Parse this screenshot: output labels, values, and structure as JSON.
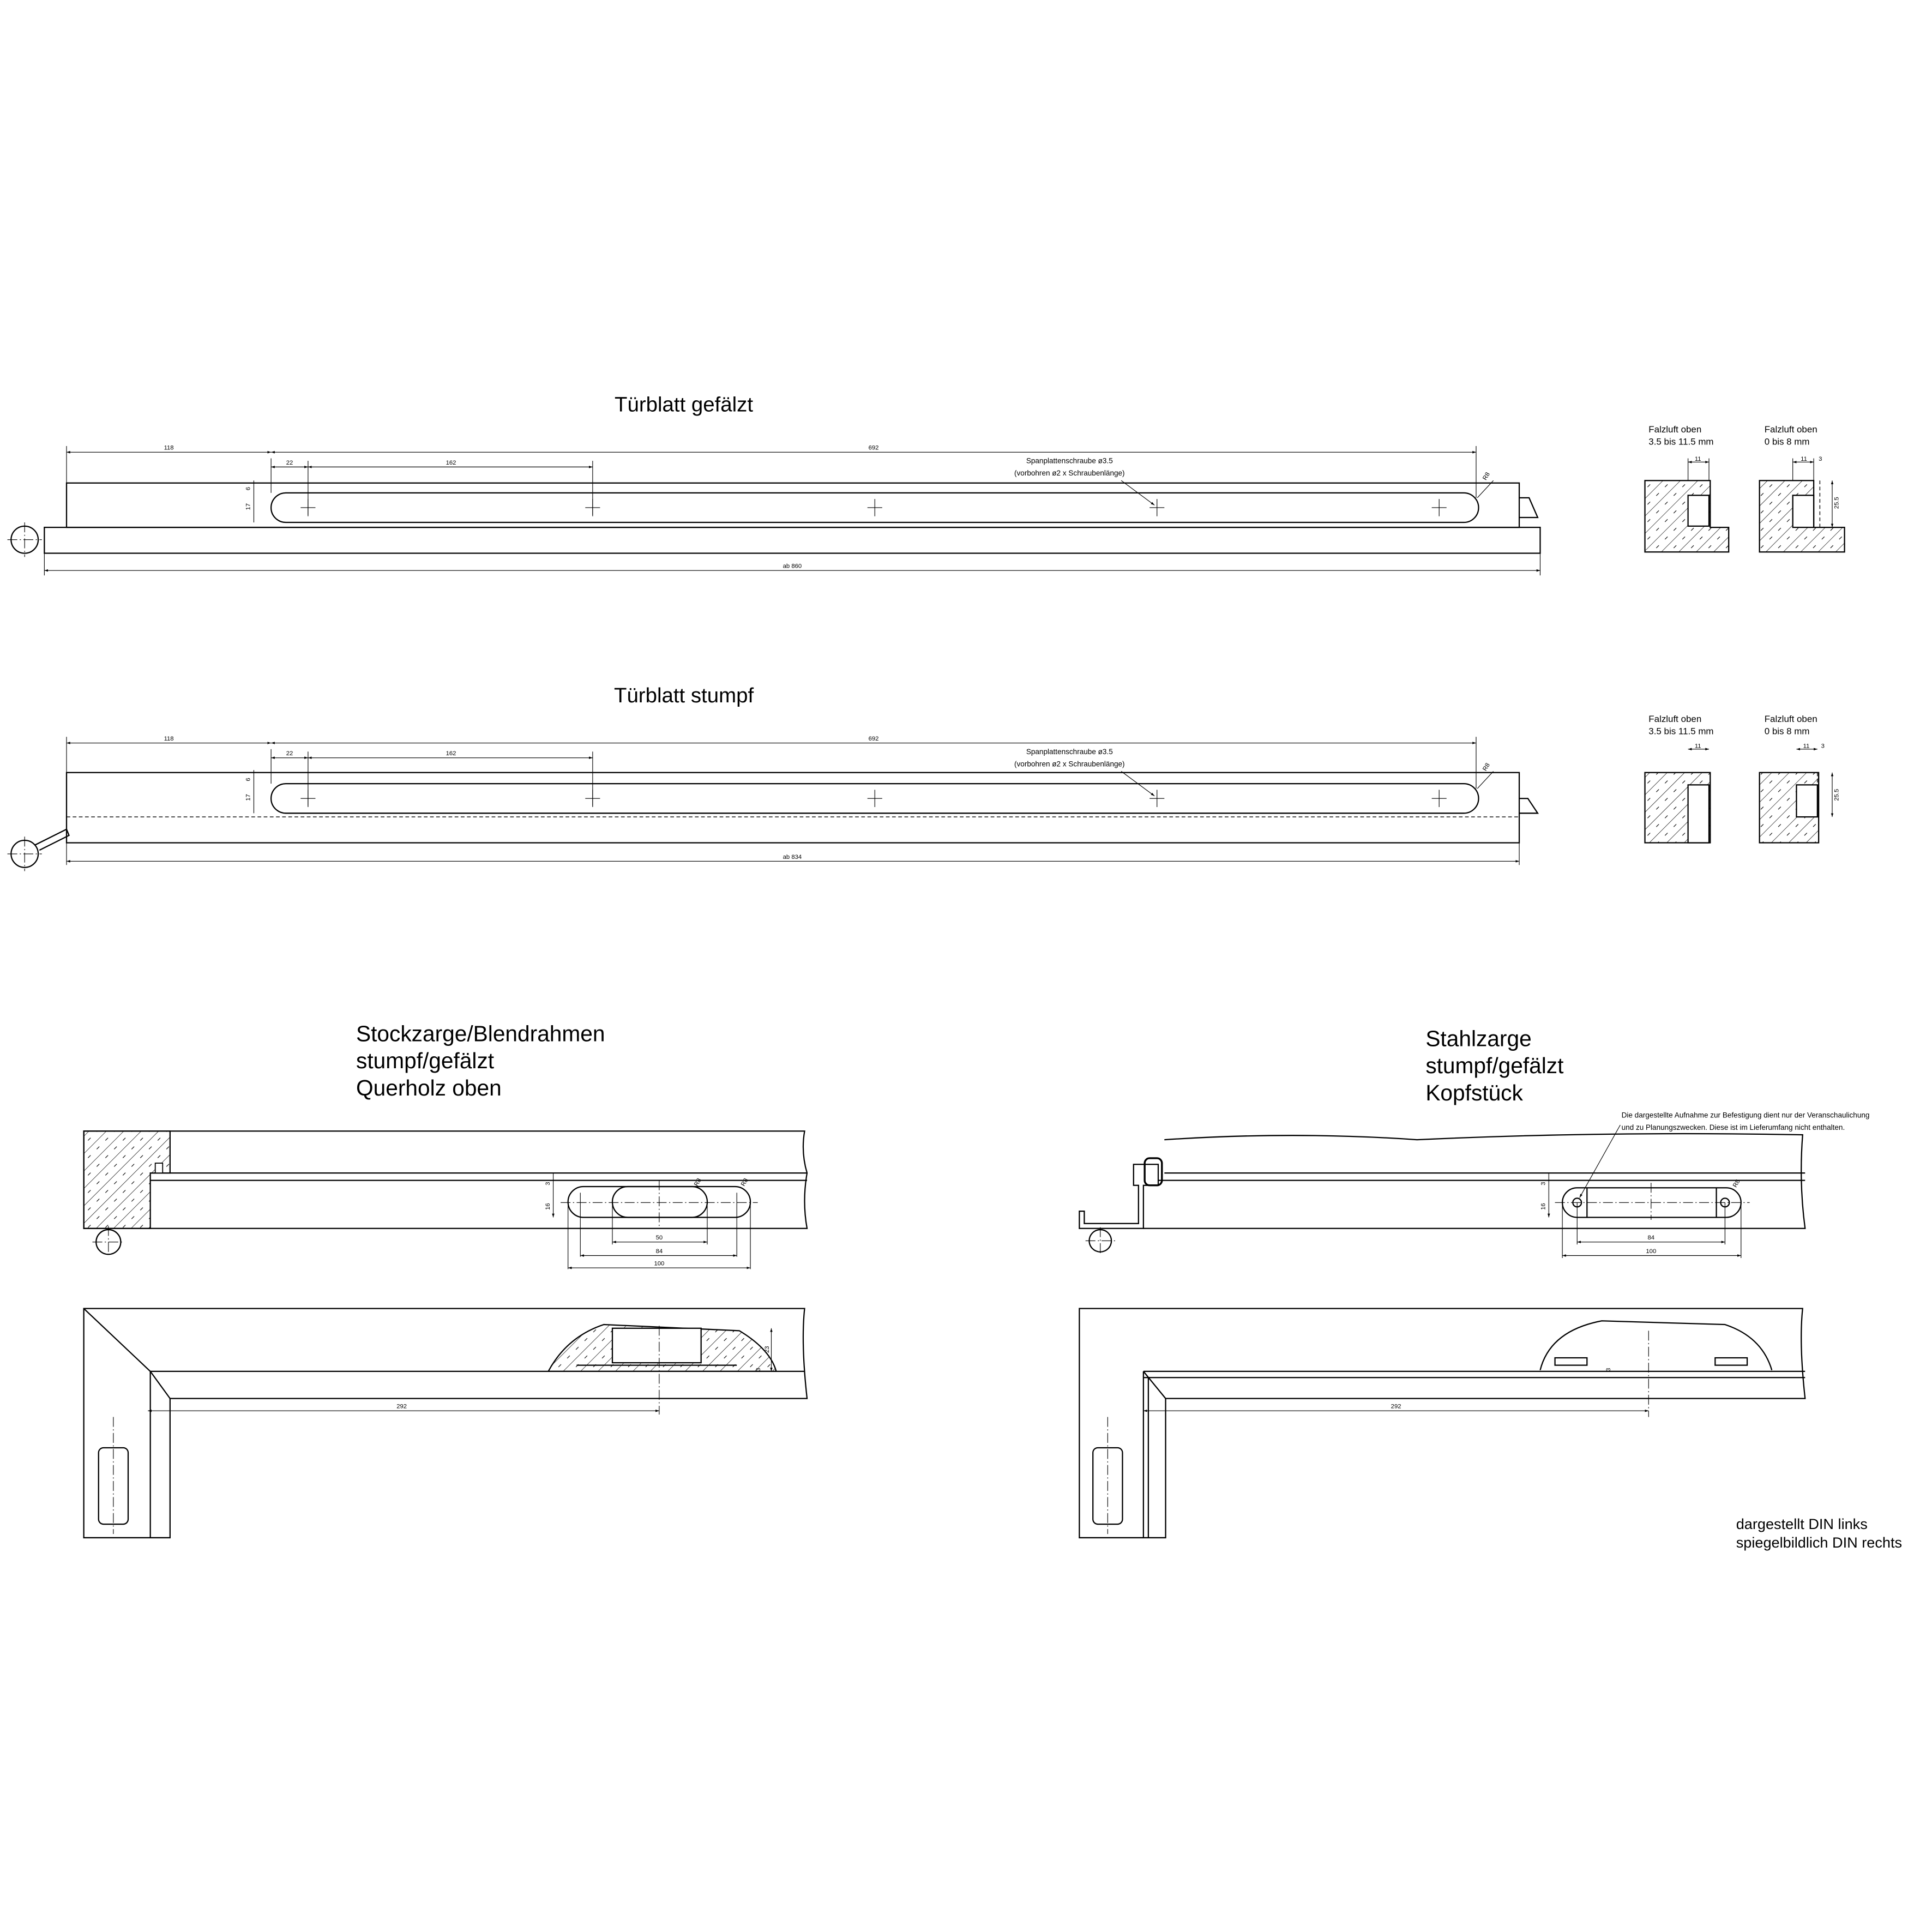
{
  "turblatt_gefalzt": {
    "title": "Türblatt gefälzt",
    "dims": {
      "d118": "118",
      "d692": "692",
      "d22": "22",
      "d162": "162",
      "d6": "6",
      "d17": "17",
      "r8": "R8",
      "overall": "ab 860"
    },
    "screw_note_line1": "Spanplattenschraube ø3.5",
    "screw_note_line2": "(vorbohren ø2 x Schraubenlänge)"
  },
  "turblatt_stumpf": {
    "title": "Türblatt stumpf",
    "dims": {
      "d118": "118",
      "d692": "692",
      "d22": "22",
      "d162": "162",
      "d6": "6",
      "d17": "17",
      "r8": "R8",
      "overall": "ab 834"
    },
    "screw_note_line1": "Spanplattenschraube ø3.5",
    "screw_note_line2": "(vorbohren ø2 x Schraubenlänge)"
  },
  "sections": {
    "a": {
      "line1": "Falzluft oben",
      "line2": "3.5 bis 11.5 mm",
      "w": "11"
    },
    "b": {
      "line1": "Falzluft oben",
      "line2": "0 bis 8 mm",
      "w": "11",
      "gap": "3",
      "h": "25.5"
    }
  },
  "stockzarge": {
    "title1": "Stockzarge/Blendrahmen",
    "title2": "stumpf/gefälzt",
    "title3": "Querholz oben",
    "dims": {
      "d3": "3",
      "d16": "16",
      "r8a": "R8",
      "r8b": "R8",
      "d50": "50",
      "d84": "84",
      "d100": "100",
      "d292": "292",
      "d23": "23",
      "d3b": "3"
    }
  },
  "stahlzarge": {
    "title1": "Stahlzarge",
    "title2": "stumpf/gefälzt",
    "title3": "Kopfstück",
    "note1": "Die dargestellte Aufnahme zur Befestigung dient nur der Veranschaulichung",
    "note2": "und zu Planungszwecken. Diese ist im Lieferumfang nicht enthalten.",
    "dims": {
      "d3": "3",
      "d16": "16",
      "r8": "R8",
      "d84": "84",
      "d100": "100",
      "d292": "292",
      "d3b": "3"
    }
  },
  "footer": {
    "line1": "dargestellt DIN links",
    "line2": "spiegelbildlich DIN rechts"
  }
}
